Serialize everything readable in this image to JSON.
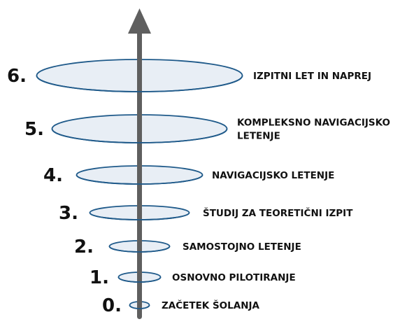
{
  "colors": {
    "axis": "#5f5f5f",
    "ring_stroke": "#1f5a8a",
    "ring_fill": "#e8eef5",
    "text": "#111111"
  },
  "levels": [
    {
      "number": "0.",
      "label_lines": [
        "ZAČETEK ŠOLANJA"
      ]
    },
    {
      "number": "1.",
      "label_lines": [
        "OSNOVNO PILOTIRANJE"
      ]
    },
    {
      "number": "2.",
      "label_lines": [
        "SAMOSTOJNO LETENJE"
      ]
    },
    {
      "number": "3.",
      "label_lines": [
        "ŠTUDIJ ZA TEORETIČNI IZPIT"
      ]
    },
    {
      "number": "4.",
      "label_lines": [
        "NAVIGACIJSKO LETENJE"
      ]
    },
    {
      "number": "5.",
      "label_lines": [
        "KOMPLEKSNO NAVIGACIJSKO",
        "LETENJE"
      ]
    },
    {
      "number": "6.",
      "label_lines": [
        "IZPITNI LET IN NAPREJ"
      ]
    }
  ]
}
